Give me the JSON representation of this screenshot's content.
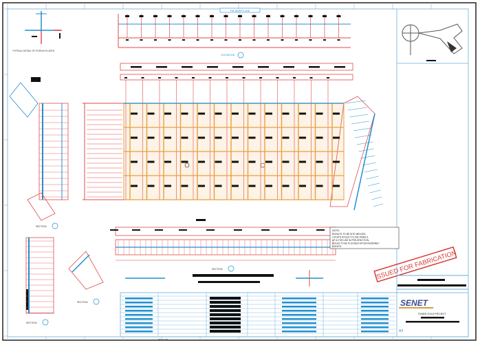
{
  "drawing": {
    "detail_caption": "TYPICAL DETAIL OF PURLIN PLATES",
    "elevation_label": "ELEVATION",
    "section_label": "SECTION",
    "top_tag": "P.B. INVEST LINE",
    "note_title": "NOTE:",
    "note_lines": [
      "RIVNUTS TO BE SITE WELDED,",
      "LOCATE HOLES TO LINE PANELS",
      "UP & FOR USE IN PRE-ERECTION.",
      "HOLES TO BE PLUGGED AFTER ASSEMBLY",
      "EVENTS."
    ],
    "stamp": "ISSUED FOR FABRICATION",
    "bottom_label": "BOLT LIST"
  },
  "title_block": {
    "company": "SENET",
    "project": "TOWER GOLD PROJECT",
    "sheet_size": "A3"
  },
  "colors": {
    "red_lines": "#e04a4a",
    "blue_lines": "#1e8fd0",
    "orange_grid": "#e8a040",
    "stamp": "#d83a3a",
    "frame": "#6aaedc"
  }
}
